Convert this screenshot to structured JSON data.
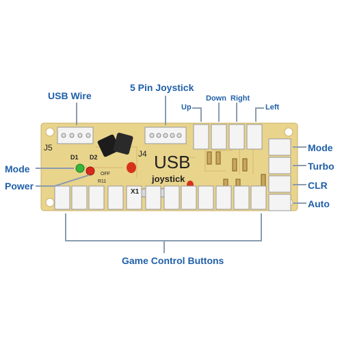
{
  "labels": {
    "usb_wire": "USB Wire",
    "five_pin_joystick": "5 Pin Joystick",
    "up": "Up",
    "down": "Down",
    "right": "Right",
    "left": "Left",
    "mode_right": "Mode",
    "turbo": "Turbo",
    "clr": "CLR",
    "auto": "Auto",
    "mode_left": "Mode",
    "power": "Power",
    "game_control_buttons": "Game Control Buttons"
  },
  "board": {
    "title": "USB",
    "subtitle": "joystick",
    "j5": "J5",
    "j4": "J4",
    "d1": "D1",
    "d2": "D2",
    "x1": "X1",
    "r11": "R11",
    "off": "OFF"
  },
  "colors": {
    "board": "#e9d48c",
    "label_blue": "#1f5fa8",
    "arrow": "#8a9bb0",
    "connector": "#f4f4f4",
    "led_green": "#38b63a",
    "led_red": "#d82a1c"
  }
}
